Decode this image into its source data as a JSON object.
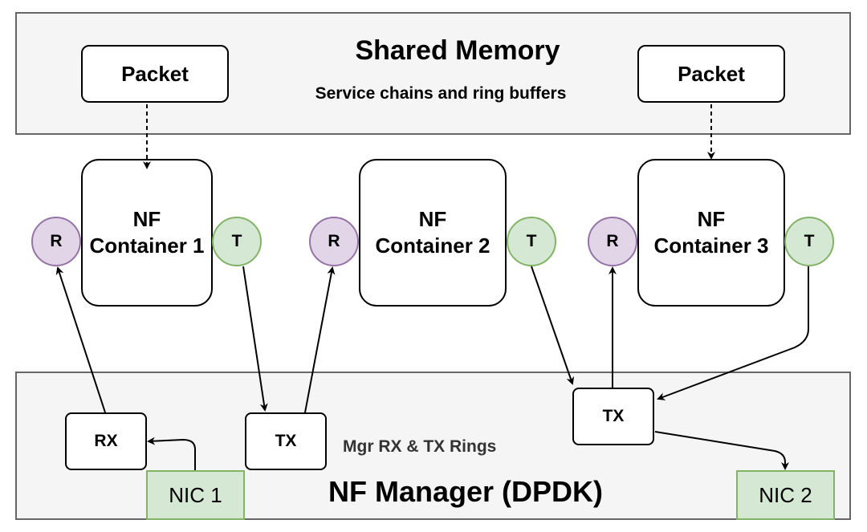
{
  "shared_memory": {
    "title": "Shared Memory",
    "subtitle": "Service chains and ring buffers",
    "packet_left": "Packet",
    "packet_right": "Packet"
  },
  "containers": [
    {
      "line1": "NF",
      "line2": "Container 1",
      "rx": "R",
      "tx": "T"
    },
    {
      "line1": "NF",
      "line2": "Container 2",
      "rx": "R",
      "tx": "T"
    },
    {
      "line1": "NF",
      "line2": "Container 3",
      "rx": "R",
      "tx": "T"
    }
  ],
  "manager": {
    "title": "NF Manager (DPDK)",
    "rings_label": "Mgr RX & TX Rings",
    "rx_box": "RX",
    "tx_box_1": "TX",
    "tx_box_2": "TX",
    "nic1": "NIC 1",
    "nic2": "NIC 2"
  },
  "colors": {
    "rx_circle": "#e1d5e7",
    "tx_circle": "#d5e8d4",
    "nic": "#d5e8d4",
    "panel": "#f5f5f5"
  }
}
